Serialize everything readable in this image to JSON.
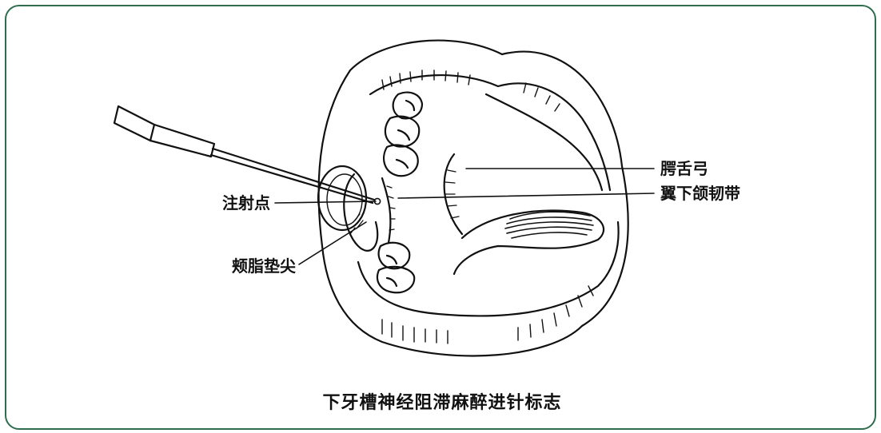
{
  "labels": {
    "palatoglossal_arch": "腭舌弓",
    "pterygomandibular_raphe": "翼下颌韧带",
    "injection_point": "注射点",
    "buccal_fat_pad_tip": "颊脂垫尖"
  },
  "caption": "下牙槽神经阻滞麻醉进针标志",
  "colors": {
    "border": "#2e6e4f",
    "ink": "#111111"
  }
}
